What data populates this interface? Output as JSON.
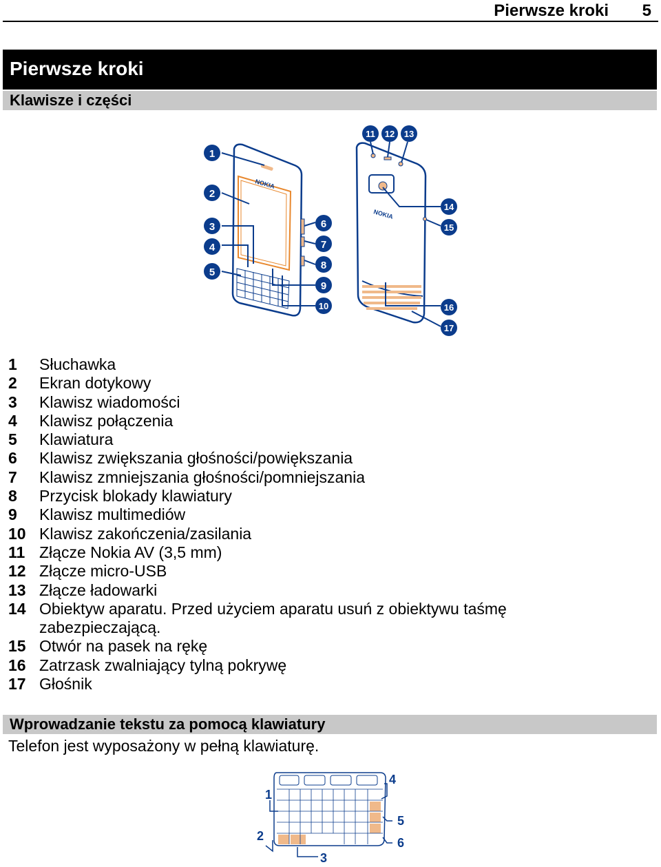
{
  "header": {
    "title": "Pierwsze kroki",
    "page_number": "5"
  },
  "chapter": {
    "title": "Pierwsze kroki"
  },
  "section": {
    "title": "Klawisze i części"
  },
  "diagram": {
    "front_callouts": [
      "1",
      "2",
      "3",
      "4",
      "5",
      "6",
      "7",
      "8",
      "9",
      "10"
    ],
    "back_callouts": [
      "11",
      "12",
      "13",
      "14",
      "15",
      "16",
      "17"
    ],
    "brand_front": "NOKIA",
    "brand_back": "NOKIA"
  },
  "parts": [
    {
      "num": "1",
      "text": "Słuchawka"
    },
    {
      "num": "2",
      "text": "Ekran dotykowy"
    },
    {
      "num": "3",
      "text": "Klawisz wiadomości"
    },
    {
      "num": "4",
      "text": "Klawisz połączenia"
    },
    {
      "num": "5",
      "text": "Klawiatura"
    },
    {
      "num": "6",
      "text": "Klawisz zwiększania głośności/powiększania"
    },
    {
      "num": "7",
      "text": "Klawisz zmniejszania głośności/pomniejszania"
    },
    {
      "num": "8",
      "text": "Przycisk blokady klawiatury"
    },
    {
      "num": "9",
      "text": "Klawisz multimediów"
    },
    {
      "num": "10",
      "text": "Klawisz zakończenia/zasilania"
    },
    {
      "num": "11",
      "text": "Złącze Nokia AV (3,5 mm)"
    },
    {
      "num": "12",
      "text": "Złącze micro-USB"
    },
    {
      "num": "13",
      "text": "Złącze ładowarki"
    },
    {
      "num": "14",
      "text": "Obiektyw aparatu. Przed użyciem aparatu usuń z obiektywu taśmę zabezpieczającą."
    },
    {
      "num": "15",
      "text": "Otwór na pasek na rękę"
    },
    {
      "num": "16",
      "text": "Zatrzask zwalniający tylną pokrywę"
    },
    {
      "num": "17",
      "text": "Głośnik"
    }
  ],
  "section2": {
    "title": "Wprowadzanie tekstu za pomocą klawiatury"
  },
  "body_text": "Telefon jest wyposażony w pełną klawiaturę.",
  "keyboard_callouts": [
    "1",
    "2",
    "3",
    "4",
    "5",
    "6"
  ],
  "colors": {
    "accent": "#0b3c8c",
    "highlight": "#f0b98a",
    "section_bar": "#c8c8c8"
  }
}
